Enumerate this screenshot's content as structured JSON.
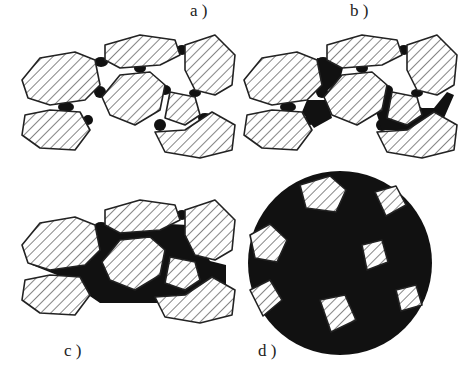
{
  "diagram": {
    "labels": [
      "a )",
      "b )",
      "c )",
      "d )"
    ]
  }
}
